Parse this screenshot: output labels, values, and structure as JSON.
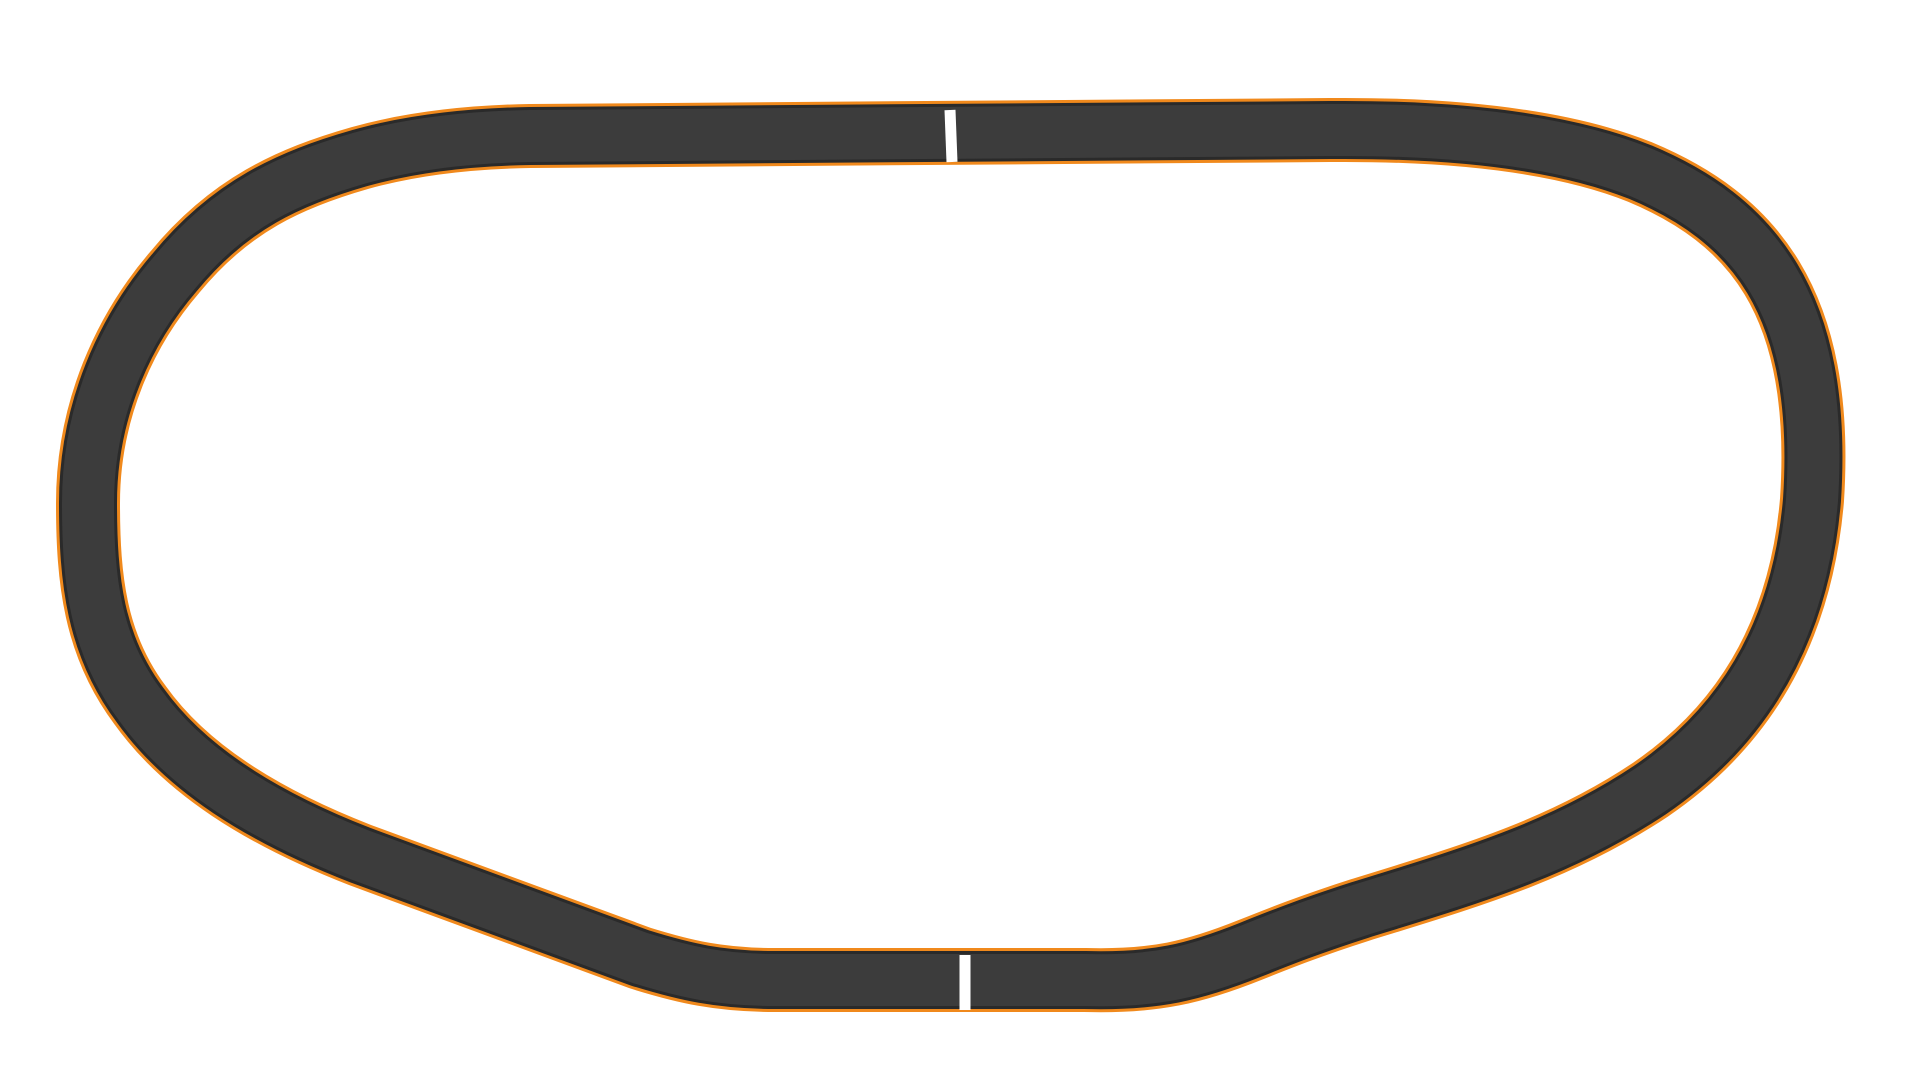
{
  "diagram": {
    "subject": "oval race track",
    "colors": {
      "background": "#ffffff",
      "asphalt": "#3c3c3c",
      "edge_line": "#2a2a2a",
      "outline": "#f0891c",
      "markers": "#ffffff"
    },
    "markers": [
      {
        "name": "start-finish-line"
      },
      {
        "name": "marker-line-bottom"
      }
    ]
  }
}
